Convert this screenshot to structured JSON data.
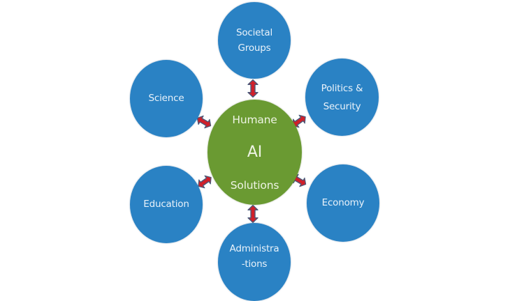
{
  "diagram": {
    "type": "hub-and-spoke",
    "colors": {
      "background": "#ffffff",
      "outer_node": "#2a82c4",
      "center_node": "#6a9a32",
      "arrow_fill": "#d0202a",
      "arrow_outline": "#4a5a7a",
      "text": "#e9f2fa"
    },
    "center": {
      "lines": [
        "Humane",
        "AI",
        "Solutions"
      ]
    },
    "nodes": [
      {
        "id": "societal-groups",
        "lines": [
          "Societal",
          "Groups"
        ]
      },
      {
        "id": "politics-security",
        "lines": [
          "Politics &",
          "Security"
        ]
      },
      {
        "id": "economy",
        "lines": [
          "Economy"
        ]
      },
      {
        "id": "administrations",
        "lines": [
          "Administra",
          "-tions"
        ]
      },
      {
        "id": "education",
        "lines": [
          "Education"
        ]
      },
      {
        "id": "science",
        "lines": [
          "Science"
        ]
      }
    ],
    "connections": [
      {
        "from": "center",
        "to": "societal-groups",
        "style": "bidirectional"
      },
      {
        "from": "center",
        "to": "politics-security",
        "style": "bidirectional"
      },
      {
        "from": "center",
        "to": "economy",
        "style": "bidirectional"
      },
      {
        "from": "center",
        "to": "administrations",
        "style": "bidirectional"
      },
      {
        "from": "center",
        "to": "education",
        "style": "bidirectional"
      },
      {
        "from": "center",
        "to": "science",
        "style": "bidirectional"
      }
    ]
  }
}
